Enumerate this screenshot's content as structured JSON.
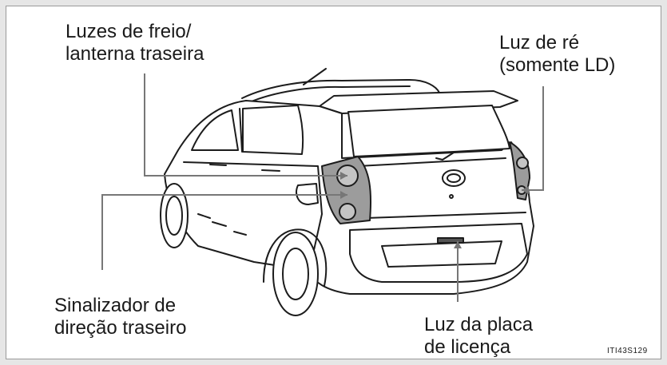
{
  "callouts": {
    "brake_tail": {
      "line1": "Luzes de freio/",
      "line2": "lanterna traseira"
    },
    "reverse": {
      "line1": "Luz de ré",
      "line2": "(somente LD)"
    },
    "turn_signal": {
      "line1": "Sinalizador de",
      "line2": "direção traseiro"
    },
    "license_plate": {
      "line1": "Luz da placa",
      "line2": "de licença"
    }
  },
  "figure_code": "ITI43S129",
  "colors": {
    "lamp_gray": "#9c9c9c",
    "outline": "#1c1c1c",
    "leader": "#777777"
  }
}
